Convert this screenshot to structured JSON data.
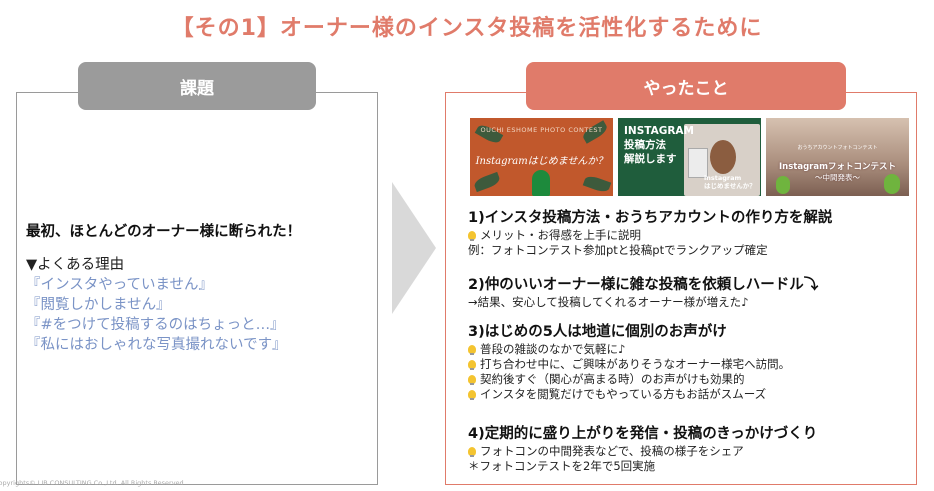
{
  "title": "【その1】オーナー様のインスタ投稿を活性化するために",
  "left": {
    "header": "課題",
    "lead": "最初、ほとんどのオーナー様に断られた！",
    "reasons_head": "▼よくある理由",
    "reasons": [
      "『インスタやっていません』",
      "『閲覧しかしません』",
      "『#をつけて投稿するのはちょっと…』",
      "『私にはおしゃれな写真撮れないです』"
    ]
  },
  "right": {
    "header": "やったこと",
    "thumbs": {
      "t1_small": "OUCHI ESHOME PHOTO CONTEST",
      "t1_main": "Instagramはじめませんか？",
      "t2_title1": "INSTAGRAM",
      "t2_title2": "投稿方法",
      "t2_title3": "解説します",
      "t2_caption1": "instagram",
      "t2_caption2": "はじめませんか？",
      "t3_small": "おうちアカウントフォトコンテスト",
      "t3_title": "Instagramフォトコンテスト",
      "t3_sub": "～中間発表～"
    },
    "sections": [
      {
        "heading": "1)インスタ投稿方法・おうちアカウントの作り方を解説",
        "lines": [
          {
            "bulb": true,
            "text": "メリット・お得感を上手に説明"
          },
          {
            "bulb": false,
            "text": "例：フォトコンテスト参加ptと投稿ptでランクアップ確定"
          }
        ]
      },
      {
        "heading": "2)仲のいいオーナー様に雑な投稿を依頼しハードル⤵",
        "lines": [
          {
            "bulb": false,
            "text": "→結果、安心して投稿してくれるオーナー様が増えた♪"
          }
        ]
      },
      {
        "heading": "3)はじめの5人は地道に個別のお声がけ",
        "lines": [
          {
            "bulb": true,
            "text": "普段の雑談のなかで気軽に♪"
          },
          {
            "bulb": true,
            "text": "打ち合わせ中に、ご興味がありそうなオーナー様宅へ訪問。"
          },
          {
            "bulb": true,
            "text": "契約後すぐ（関心が高まる時）のお声がけも効果的"
          },
          {
            "bulb": true,
            "text": "インスタを閲覧だけでもやっている方もお話がスムーズ"
          }
        ]
      },
      {
        "heading": "4)定期的に盛り上がりを発信・投稿のきっかけづくり",
        "lines": [
          {
            "bulb": true,
            "text": "フォトコンの中間発表などで、投稿の様子をシェア"
          },
          {
            "bulb": false,
            "text": "＊フォトコンテストを2年で5回実施"
          }
        ]
      }
    ]
  },
  "copyright": "Copyrights© LIB CONSULTING Co.,Ltd.  All Rights Reserved",
  "colors": {
    "accent": "#e07b6a",
    "gray_header": "#9b9b9b",
    "quote": "#7a93c6"
  }
}
